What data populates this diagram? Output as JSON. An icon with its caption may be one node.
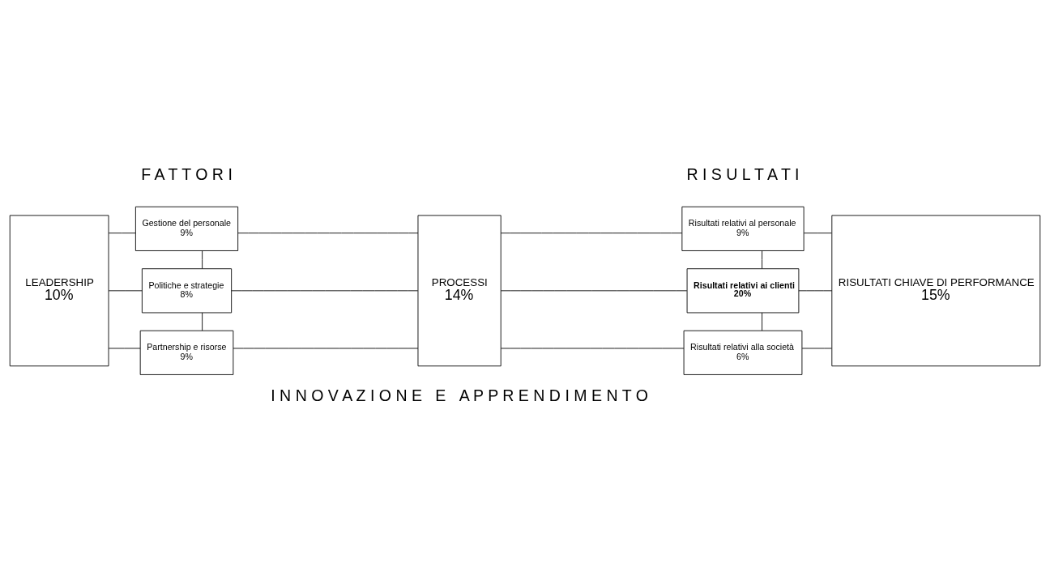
{
  "diagram": {
    "nodes": [
      {
        "text": [
          "LEADERSHIP",
          "10%"
        ]
      },
      {
        "text": [
          "Gestione del personale",
          "9%"
        ]
      },
      {
        "text": [
          "Politiche e strategie",
          "8%"
        ]
      },
      {
        "text": [
          "Partnership e risorse",
          "9%"
        ]
      },
      {
        "text": [
          "PROCESSI",
          "14%"
        ]
      },
      {
        "text": [
          "Risultati relativi al personale",
          "9%"
        ]
      },
      {
        "text": [
          "Risultati relativi ai clienti",
          "20%"
        ]
      },
      {
        "text": [
          "Risultati relativi alla società",
          "6%"
        ]
      },
      {
        "text": [
          "RISULTATI CHIAVE DI PERFORMANCE",
          "15%"
        ]
      }
    ],
    "edges": [
      {
        "from": 0,
        "to": 1,
        "arrow": "none"
      },
      {
        "from": 0,
        "to": 2,
        "arrow": "none"
      },
      {
        "from": 0,
        "to": 3,
        "arrow": "none"
      },
      {
        "from": 1,
        "to": 2,
        "arrow": "none"
      },
      {
        "from": 2,
        "to": 3,
        "arrow": "none"
      },
      {
        "from": 1,
        "to": 4,
        "arrow": "none"
      },
      {
        "from": 2,
        "to": 4,
        "arrow": "none"
      },
      {
        "from": 3,
        "to": 4,
        "arrow": "none"
      },
      {
        "from": 4,
        "to": 5,
        "arrow": "none"
      },
      {
        "from": 4,
        "to": 6,
        "arrow": "none"
      },
      {
        "from": 4,
        "to": 7,
        "arrow": "none"
      },
      {
        "from": 5,
        "to": 6,
        "arrow": "none"
      },
      {
        "from": 6,
        "to": 7,
        "arrow": "none"
      },
      {
        "from": 5,
        "to": 8,
        "arrow": "none"
      },
      {
        "from": 6,
        "to": 8,
        "arrow": "none"
      },
      {
        "from": 7,
        "to": 8,
        "arrow": "none"
      }
    ],
    "labels": [
      "F A T T O R I",
      "R I S U L T A T I",
      "I N N O V A Z I O N E   E   A P P R E N D I M E N T O"
    ]
  }
}
